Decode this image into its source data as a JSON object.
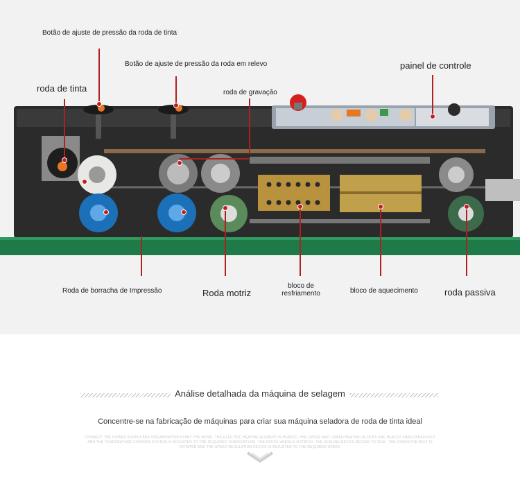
{
  "labels": {
    "ink_wheel_pressure_knob": "Botão de ajuste de pressão da roda de tinta",
    "emboss_wheel_pressure_knob": "Botão de ajuste de pressão da roda em relevo",
    "engraving_wheel": "roda de gravação",
    "control_panel": "painel de controle",
    "ink_wheel": "roda de tinta",
    "rubber_print_wheel": "Roda de borracha de Impressão",
    "drive_wheel": "Roda motriz",
    "cooling_block_line1": "bloco de",
    "cooling_block_line2": "resfriamento",
    "heating_block": "bloco de aquecimento",
    "passive_wheel": "roda passiva"
  },
  "section": {
    "heading": "Análise detalhada da máquina de selagem",
    "subtitle": "Concentre-se na fabricação de máquinas para criar sua máquina seladora de roda de tinta ideal",
    "fine_print": "CONNECT THE POWER SUPPLY AND ORGANIZATION START THE WORK. THE ELECTRIC HEATING ELEMENT IS HEATED. THE UPPER AND LOWER HEATING BLOCKS ARE HEATED SIMULTANEOUSLY AND THE TEMPERATURE CONTROL SYSTEM IS ADJUSTED TO THE REQUIRED TEMPERATURE. THE PRESS WHEELS ROTATED. THE SEALING DEVICE BEGINS TO SEAL. THE CONVEYOR BELT IS ROTATED AND THE SPEED REGULATION DEVICE IS ADJUSTED TO THE REQUIRED SPEED"
  },
  "colors": {
    "accent_line": "#b02020",
    "machine_body": "#2a2a2a",
    "conveyor": "#1f7a4a",
    "brass": "#b8923c"
  },
  "icons": {
    "scroll_hint": "chevron-down-icon"
  }
}
